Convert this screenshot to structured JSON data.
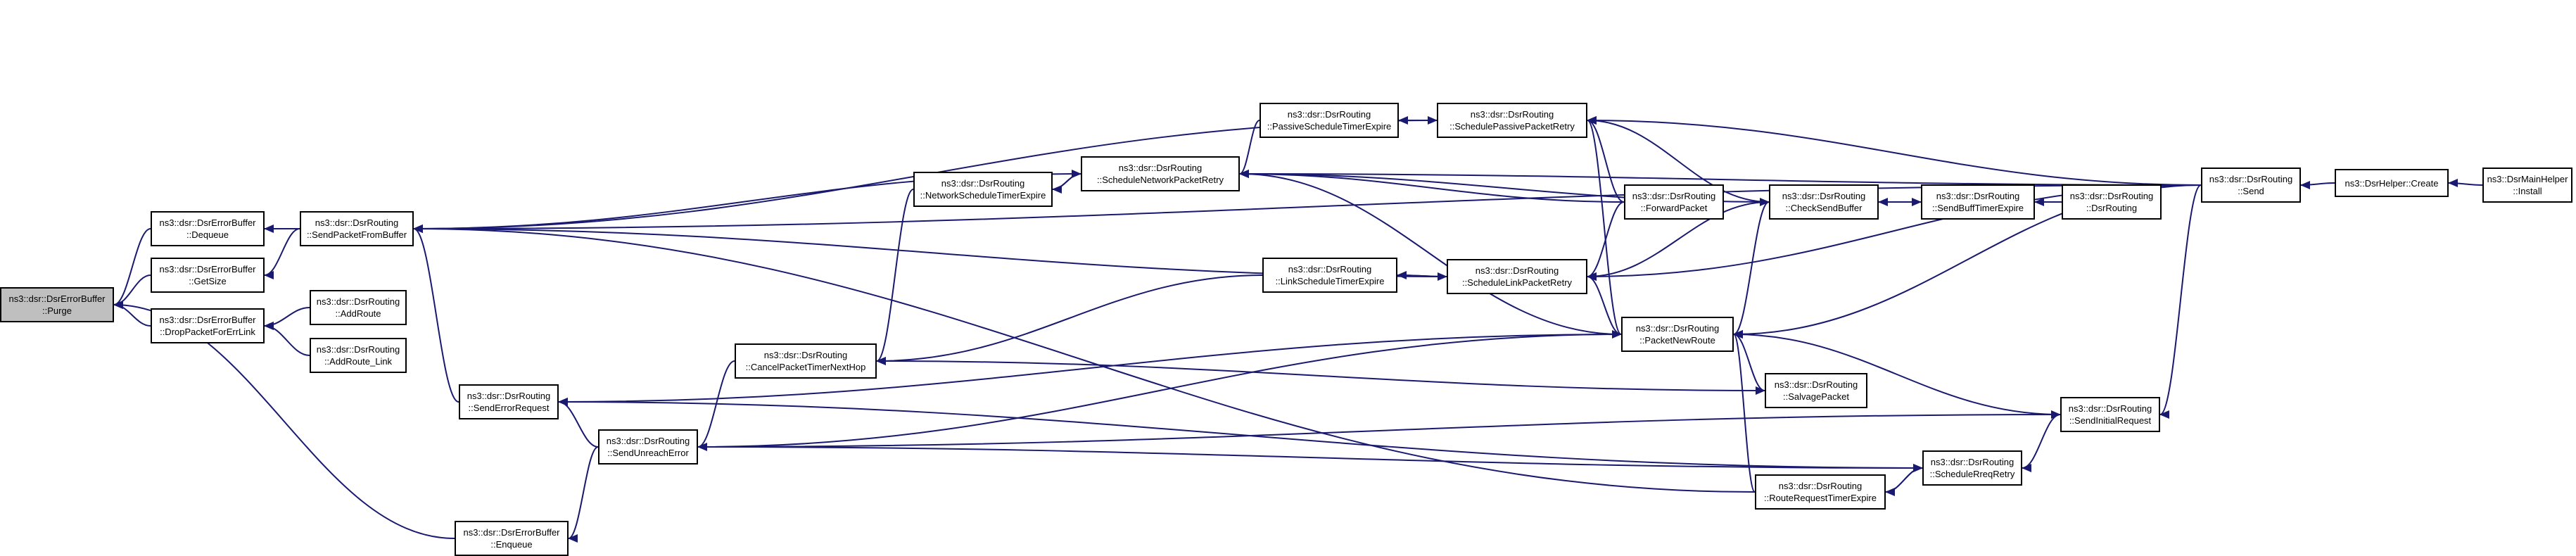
{
  "colors": {
    "edge": "#191970",
    "root_fill": "#bfbfbf",
    "node_fill": "#ffffff",
    "node_border": "#000000"
  },
  "nodes": [
    {
      "id": "purge",
      "line1": "ns3::dsr::DsrErrorBuffer",
      "line2": "::Purge",
      "root": true
    },
    {
      "id": "dequeue",
      "line1": "ns3::dsr::DsrErrorBuffer",
      "line2": "::Dequeue"
    },
    {
      "id": "getsize",
      "line1": "ns3::dsr::DsrErrorBuffer",
      "line2": "::GetSize"
    },
    {
      "id": "dropforerr",
      "line1": "ns3::dsr::DsrErrorBuffer",
      "line2": "::DropPacketForErrLink"
    },
    {
      "id": "enqueue",
      "line1": "ns3::dsr::DsrErrorBuffer",
      "line2": "::Enqueue"
    },
    {
      "id": "sendfrombuf",
      "line1": "ns3::dsr::DsrRouting",
      "line2": "::SendPacketFromBuffer"
    },
    {
      "id": "addroute",
      "line1": "ns3::dsr::DsrRouting",
      "line2": "::AddRoute"
    },
    {
      "id": "addroutelink",
      "line1": "ns3::dsr::DsrRouting",
      "line2": "::AddRoute_Link"
    },
    {
      "id": "senderrreq",
      "line1": "ns3::dsr::DsrRouting",
      "line2": "::SendErrorRequest"
    },
    {
      "id": "sendunreach",
      "line1": "ns3::dsr::DsrRouting",
      "line2": "::SendUnreachError"
    },
    {
      "id": "canceltimer",
      "line1": "ns3::dsr::DsrRouting",
      "line2": "::CancelPacketTimerNextHop"
    },
    {
      "id": "netschedexp",
      "line1": "ns3::dsr::DsrRouting",
      "line2": "::NetworkScheduleTimerExpire"
    },
    {
      "id": "schednetretry",
      "line1": "ns3::dsr::DsrRouting",
      "line2": "::ScheduleNetworkPacketRetry"
    },
    {
      "id": "passiveexp",
      "line1": "ns3::dsr::DsrRouting",
      "line2": "::PassiveScheduleTimerExpire"
    },
    {
      "id": "linkexp",
      "line1": "ns3::dsr::DsrRouting",
      "line2": "::LinkScheduleTimerExpire"
    },
    {
      "id": "schedpassive",
      "line1": "ns3::dsr::DsrRouting",
      "line2": "::SchedulePassivePacketRetry"
    },
    {
      "id": "schedlink",
      "line1": "ns3::dsr::DsrRouting",
      "line2": "::ScheduleLinkPacketRetry"
    },
    {
      "id": "forwardpkt",
      "line1": "ns3::dsr::DsrRouting",
      "line2": "::ForwardPacket"
    },
    {
      "id": "pktnewroute",
      "line1": "ns3::dsr::DsrRouting",
      "line2": "::PacketNewRoute"
    },
    {
      "id": "salvage",
      "line1": "ns3::dsr::DsrRouting",
      "line2": "::SalvagePacket"
    },
    {
      "id": "rreqtimer",
      "line1": "ns3::dsr::DsrRouting",
      "line2": "::RouteRequestTimerExpire"
    },
    {
      "id": "checksendbuf",
      "line1": "ns3::dsr::DsrRouting",
      "line2": "::CheckSendBuffer"
    },
    {
      "id": "sendbufftimer",
      "line1": "ns3::dsr::DsrRouting",
      "line2": "::SendBuffTimerExpire"
    },
    {
      "id": "ctor",
      "line1": "ns3::dsr::DsrRouting",
      "line2": "::DsrRouting"
    },
    {
      "id": "schedrreq",
      "line1": "ns3::dsr::DsrRouting",
      "line2": "::ScheduleRreqRetry"
    },
    {
      "id": "sendinitreq",
      "line1": "ns3::dsr::DsrRouting",
      "line2": "::SendInitialRequest"
    },
    {
      "id": "send",
      "line1": "ns3::dsr::DsrRouting",
      "line2": "::Send"
    },
    {
      "id": "helpercreate",
      "line1": "ns3::DsrHelper::Create",
      "line2": ""
    },
    {
      "id": "install",
      "line1": "ns3::DsrMainHelper",
      "line2": "::Install"
    }
  ],
  "edges": [
    {
      "from": "dequeue",
      "to": "purge"
    },
    {
      "from": "getsize",
      "to": "purge"
    },
    {
      "from": "dropforerr",
      "to": "purge"
    },
    {
      "from": "enqueue",
      "to": "purge"
    },
    {
      "from": "sendfrombuf",
      "to": "dequeue"
    },
    {
      "from": "sendfrombuf",
      "to": "getsize"
    },
    {
      "from": "addroute",
      "to": "dropforerr"
    },
    {
      "from": "addroutelink",
      "to": "dropforerr"
    },
    {
      "from": "schednetretry",
      "to": "sendfrombuf"
    },
    {
      "from": "schedpassive",
      "to": "sendfrombuf"
    },
    {
      "from": "schedlink",
      "to": "sendfrombuf"
    },
    {
      "from": "senderrreq",
      "to": "sendfrombuf"
    },
    {
      "from": "send",
      "to": "sendfrombuf"
    },
    {
      "from": "rreqtimer",
      "to": "sendfrombuf"
    },
    {
      "from": "sendunreach",
      "to": "senderrreq"
    },
    {
      "from": "pktnewroute",
      "to": "senderrreq"
    },
    {
      "from": "schedrreq",
      "to": "senderrreq"
    },
    {
      "from": "sendunreach",
      "to": "enqueue"
    },
    {
      "from": "canceltimer",
      "to": "sendunreach"
    },
    {
      "from": "netschedexp",
      "to": "canceltimer"
    },
    {
      "from": "linkexp",
      "to": "canceltimer"
    },
    {
      "from": "schednetretry",
      "to": "netschedexp"
    },
    {
      "from": "netschedexp",
      "to": "schednetretry"
    },
    {
      "from": "passiveexp",
      "to": "schednetretry"
    },
    {
      "from": "forwardpkt",
      "to": "schednetretry"
    },
    {
      "from": "checksendbuf",
      "to": "schednetretry"
    },
    {
      "from": "pktnewroute",
      "to": "schednetretry"
    },
    {
      "from": "send",
      "to": "schednetretry"
    },
    {
      "from": "schedpassive",
      "to": "passiveexp"
    },
    {
      "from": "passiveexp",
      "to": "schedpassive"
    },
    {
      "from": "forwardpkt",
      "to": "schedpassive"
    },
    {
      "from": "checksendbuf",
      "to": "schedpassive"
    },
    {
      "from": "pktnewroute",
      "to": "schedpassive"
    },
    {
      "from": "send",
      "to": "schedpassive"
    },
    {
      "from": "schedlink",
      "to": "linkexp"
    },
    {
      "from": "linkexp",
      "to": "schedlink"
    },
    {
      "from": "forwardpkt",
      "to": "schedlink"
    },
    {
      "from": "checksendbuf",
      "to": "schedlink"
    },
    {
      "from": "pktnewroute",
      "to": "schedlink"
    },
    {
      "from": "send",
      "to": "schedlink"
    },
    {
      "from": "canceltimer",
      "to": "salvage"
    },
    {
      "from": "salvage",
      "to": "pktnewroute"
    },
    {
      "from": "sendunreach",
      "to": "pktnewroute"
    },
    {
      "from": "rreqtimer",
      "to": "pktnewroute"
    },
    {
      "from": "sendinitreq",
      "to": "pktnewroute"
    },
    {
      "from": "send",
      "to": "pktnewroute"
    },
    {
      "from": "pktnewroute",
      "to": "checksendbuf"
    },
    {
      "from": "sendbufftimer",
      "to": "checksendbuf"
    },
    {
      "from": "checksendbuf",
      "to": "sendbufftimer"
    },
    {
      "from": "ctor",
      "to": "sendbufftimer"
    },
    {
      "from": "schedrreq",
      "to": "rreqtimer"
    },
    {
      "from": "rreqtimer",
      "to": "schedrreq"
    },
    {
      "from": "sendunreach",
      "to": "schedrreq"
    },
    {
      "from": "sendinitreq",
      "to": "schedrreq"
    },
    {
      "from": "sendunreach",
      "to": "sendinitreq"
    },
    {
      "from": "send",
      "to": "sendinitreq"
    },
    {
      "from": "helpercreate",
      "to": "send"
    },
    {
      "from": "install",
      "to": "helpercreate"
    }
  ]
}
